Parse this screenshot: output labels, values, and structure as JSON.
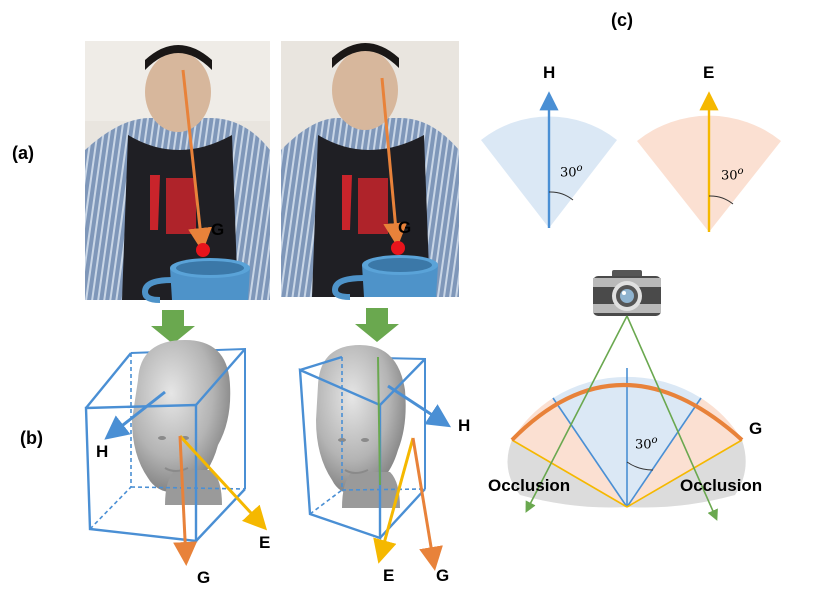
{
  "labels": {
    "panel_a": "(a)",
    "panel_b": "(b)",
    "panel_c": "(c)",
    "gaze_left": "G",
    "gaze_right": "G",
    "head_left": "H",
    "eye_left": "E",
    "gaze_3d_left": "G",
    "head_right": "H",
    "eye_right": "E",
    "gaze_3d_right": "G",
    "cone_head": "H",
    "cone_eye": "E",
    "angle_head": "30",
    "angle_eye": "30",
    "angle_sector": "30",
    "angle_sup": "o",
    "occlusion_left": "Occlusion",
    "occlusion_right": "Occlusion",
    "sector_gaze": "G"
  },
  "colors": {
    "head_blue": "#4a8fd4",
    "eye_yellow": "#f5b800",
    "gaze_orange": "#e8823a",
    "arrow_green": "#6aa84f",
    "cone_blue_fill": "#dbe8f5",
    "cone_peach_fill": "#fbe0d2",
    "occlusion_gray": "#dcdcdc",
    "target_red": "#e8141c"
  }
}
